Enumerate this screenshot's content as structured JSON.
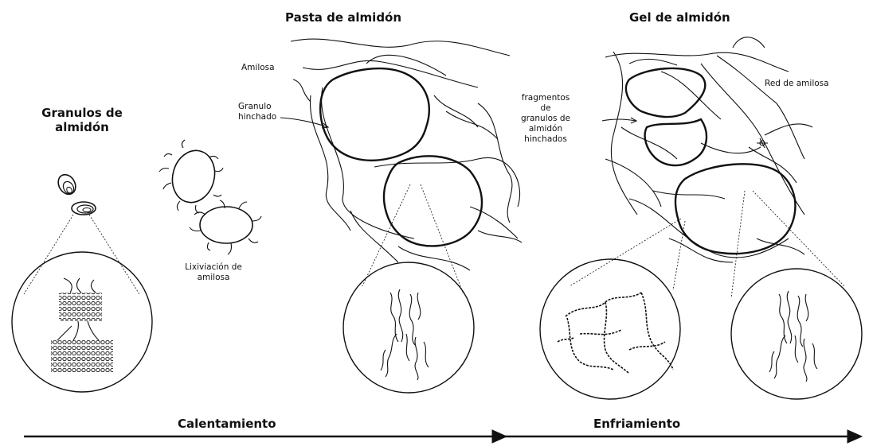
{
  "titles": {
    "granulos": "Granulos de\nalmidón",
    "pasta": "Pasta de almidón",
    "gel": "Gel de almidón"
  },
  "labels": {
    "amilosa": "Amilosa",
    "granulo_hinchado": "Granulo\nhinchado",
    "lixiviacion": "Lixiviación de\namilosa",
    "fragmentos": "fragmentos\nde\ngranulos de\nalmidón\nhinchados",
    "red_amilosa": "Red de amilosa"
  },
  "phases": {
    "calentamiento": "Calentamiento",
    "enfriamiento": "Enfriamiento"
  },
  "colors": {
    "ink": "#111111",
    "background": "#ffffff"
  }
}
